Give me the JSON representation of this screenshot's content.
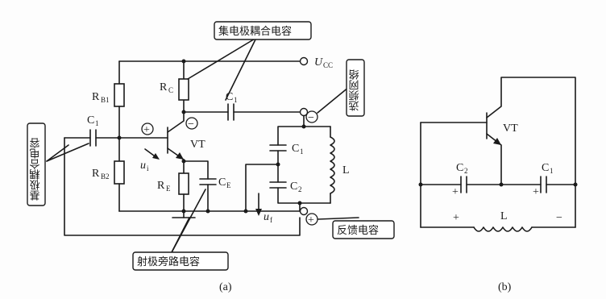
{
  "circuit_a": {
    "caption": "(a)",
    "labels": {
      "rb1": "R",
      "rb1_sub": "B1",
      "rb2": "R",
      "rb2_sub": "B2",
      "rc": "R",
      "rc_sub": "C",
      "re": "R",
      "re_sub": "E",
      "c1_in": "C",
      "c1_in_sub": "1",
      "c1_out": "C",
      "c1_out_sub": "1",
      "ce": "C",
      "ce_sub": "E",
      "c1_tank": "C",
      "c1_tank_sub": "1",
      "c2_tank": "C",
      "c2_tank_sub": "2",
      "l": "L",
      "vt": "VT",
      "ucc": "U",
      "ucc_sub": "CC",
      "ui": "u",
      "ui_sub": "i",
      "uf": "u",
      "uf_sub": "f"
    },
    "callouts": {
      "collector_coupling": "集电极耦合电容",
      "base_coupling": "基极耦合电容",
      "emitter_bypass": "射极旁路电容",
      "frequency_select": "选频网络",
      "feedback_cap": "反馈电容"
    },
    "polarity": {
      "plus": "+",
      "minus": "−"
    }
  },
  "circuit_b": {
    "caption": "(b)",
    "labels": {
      "vt": "VT",
      "c2": "C",
      "c2_sub": "2",
      "c1": "C",
      "c1_sub": "1",
      "l": "L",
      "plus": "+",
      "minus": "−"
    }
  }
}
